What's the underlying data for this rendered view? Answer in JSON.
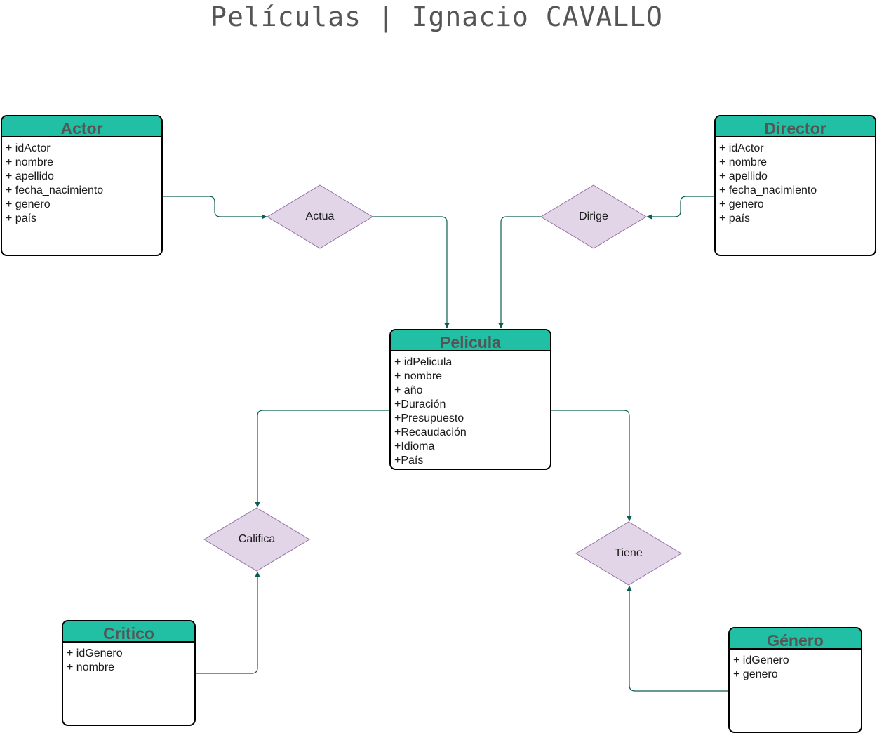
{
  "diagram": {
    "title": "Películas | Ignacio CAVALLO"
  },
  "colors": {
    "entity_header": "#21bfa3",
    "relation_fill": "#e1d5e7",
    "relation_stroke": "#9673a6",
    "connector": "#0b5c52",
    "title_text": "#555555"
  },
  "entities": {
    "actor": {
      "name": "Actor",
      "attributes": [
        "+ idActor",
        "+ nombre",
        "+ apellido",
        "+ fecha_nacimiento",
        "+ genero",
        "+ país"
      ]
    },
    "director": {
      "name": "Director",
      "attributes": [
        "+ idActor",
        "+ nombre",
        "+ apellido",
        "+ fecha_nacimiento",
        "+ genero",
        "+ país"
      ]
    },
    "pelicula": {
      "name": "Pelicula",
      "attributes": [
        "+ idPelicula",
        "+ nombre",
        "+ año",
        "+Duración",
        "+Presupuesto",
        "+Recaudación",
        "+Idioma",
        "+País"
      ]
    },
    "critico": {
      "name": "Critico",
      "attributes": [
        "+ idGenero",
        "+ nombre"
      ]
    },
    "genero": {
      "name": "Género",
      "attributes": [
        "+ idGenero",
        "+ genero"
      ]
    }
  },
  "relations": {
    "actua": {
      "label": "Actua"
    },
    "dirige": {
      "label": "Dirige"
    },
    "califica": {
      "label": "Califica"
    },
    "tiene": {
      "label": "Tiene"
    }
  }
}
